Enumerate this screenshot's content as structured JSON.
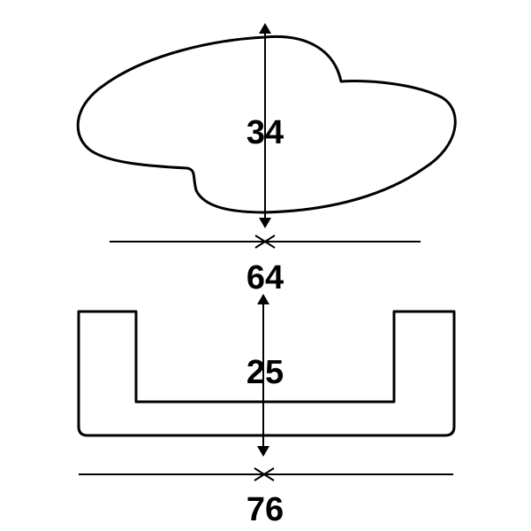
{
  "diagram": {
    "top_shape": {
      "shape": "cloud-oval",
      "height_label": "34",
      "baseline_label": "64"
    },
    "bottom_shape": {
      "shape": "u-channel",
      "height_label": "25",
      "baseline_label": "76"
    },
    "colors": {
      "stroke": "#000000",
      "background": "#ffffff"
    }
  }
}
